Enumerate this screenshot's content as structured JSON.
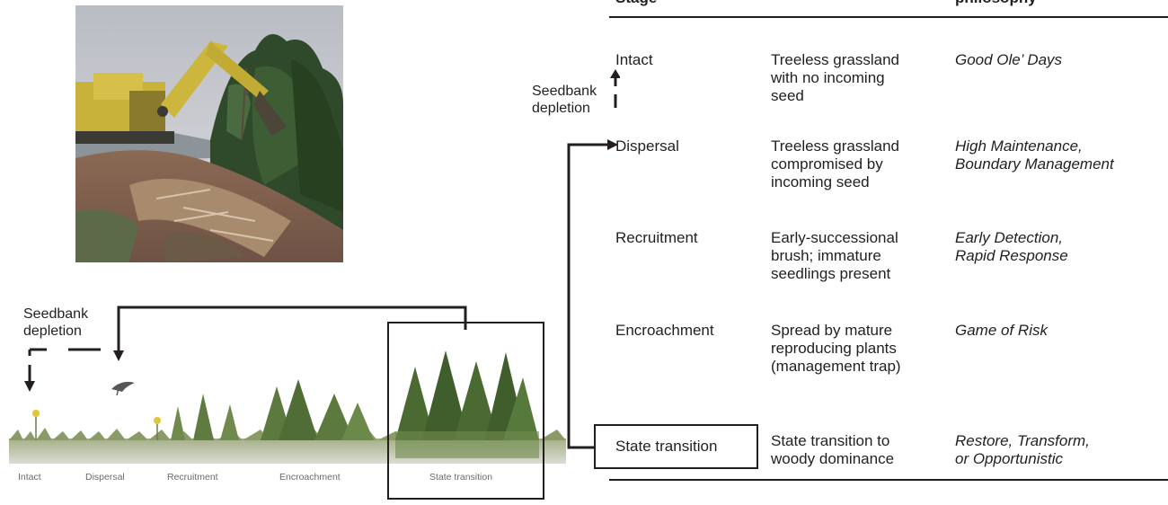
{
  "table": {
    "headers": [
      "Stage",
      "",
      "philosophy"
    ],
    "rows": [
      {
        "stage": "Intact",
        "description": [
          "Treeless grassland",
          "with no incoming",
          "seed"
        ],
        "philosophy": [
          "Good Ole’ Days"
        ]
      },
      {
        "stage": "Dispersal",
        "description": [
          "Treeless grassland",
          "compromised by",
          "incoming seed"
        ],
        "philosophy": [
          "High Maintenance,",
          "Boundary Management"
        ]
      },
      {
        "stage": "Recruitment",
        "description": [
          "Early-successional",
          "brush; immature",
          "seedlings present"
        ],
        "philosophy": [
          "Early Detection,",
          "Rapid Response"
        ]
      },
      {
        "stage": "Encroachment",
        "description": [
          "Spread by mature",
          "reproducing plants",
          "(management trap)"
        ],
        "philosophy": [
          "Game of Risk"
        ]
      },
      {
        "stage": "State transition",
        "description": [
          "State transition to",
          "woody dominance"
        ],
        "philosophy": [
          "Restore, Transform,",
          "or Opportunistic"
        ]
      }
    ]
  },
  "table_feedback_label": [
    "Seedbank",
    "depletion"
  ],
  "illustration": {
    "feedback_label": [
      "Seedbank",
      "depletion"
    ],
    "stage_captions": [
      "Intact",
      "Dispersal",
      "Recruitment",
      "Encroachment",
      "State transition"
    ]
  }
}
